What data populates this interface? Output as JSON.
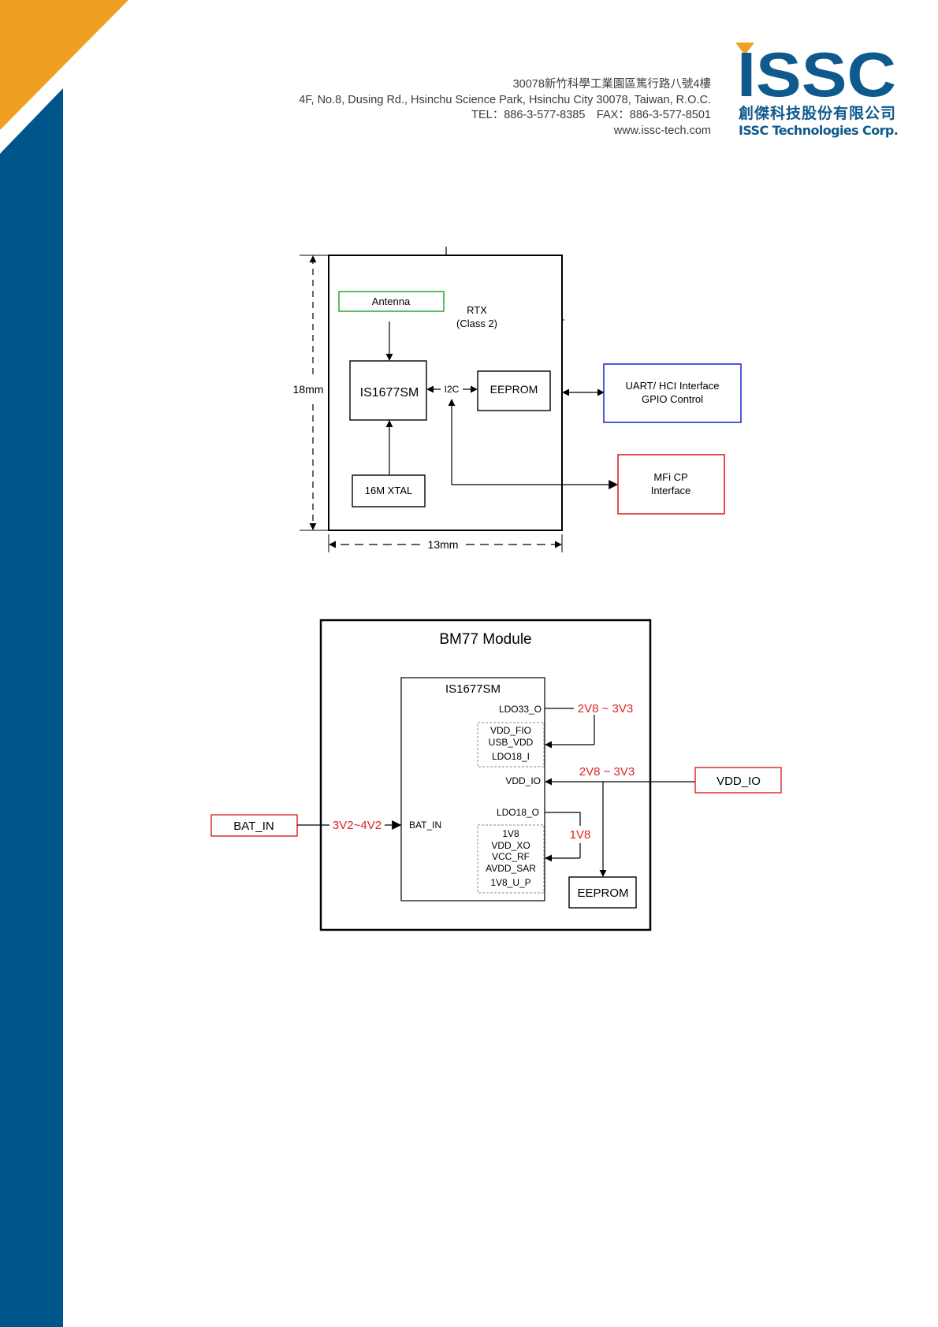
{
  "header": {
    "address_lines": [
      "30078新竹科學工業園區篤行路八號4樓",
      "4F, No.8, Dusing Rd., Hsinchu Science Park, Hsinchu City 30078, Taiwan, R.O.C.",
      "TEL：886-3-577-8385　FAX：886-3-577-8501",
      "www.issc-tech.com"
    ],
    "logo": {
      "mark_text": "ISSC",
      "chinese_name": "創傑科技股份有限公司",
      "english_name": "ISSC Technologies Corp."
    }
  },
  "colors": {
    "sidebar_blue": "#00558a",
    "accent_orange": "#f0a020",
    "brand_blue": "#0f5a8c",
    "antenna_green": "#22aa33",
    "uart_blue": "#2233cc",
    "alert_red": "#dd2222"
  },
  "block_diagram": {
    "antenna": "Antenna",
    "rtx_line1": "RTX",
    "rtx_line2": "(Class 2)",
    "chip": "IS1677SM",
    "i2c": "I2C",
    "eeprom": "EEPROM",
    "xtal": "16M XTAL",
    "uart_line1": "UART/ HCI Interface",
    "uart_line2": "GPIO Control",
    "mfi_line1": "MFi CP",
    "mfi_line2": "Interface",
    "height_dim": "18mm",
    "width_dim": "13mm"
  },
  "power_diagram": {
    "module_title": "BM77 Module",
    "chip_title": "IS1677SM",
    "pins": {
      "ldo33_o": "LDO33_O",
      "vdd_fio": "VDD_FIO",
      "usb_vdd": "USB_VDD",
      "ldo18_i": "LDO18_I",
      "vdd_io": "VDD_IO",
      "ldo18_o": "LDO18_O",
      "p_1v8": "1V8",
      "vdd_xo": "VDD_XO",
      "vcc_rf": "VCC_RF",
      "avdd_sar": "AVDD_SAR",
      "p_1v8_u_p": "1V8_U_P",
      "bat_in_pin": "BAT_IN"
    },
    "voltages": {
      "ldo33": "2V8 ~ 3V3",
      "vdd_io": "2V8 ~ 3V3",
      "ldo18": "1V8",
      "bat": "3V2~4V2"
    },
    "external": {
      "bat_in": "BAT_IN",
      "vdd_io": "VDD_IO",
      "eeprom": "EEPROM"
    }
  }
}
